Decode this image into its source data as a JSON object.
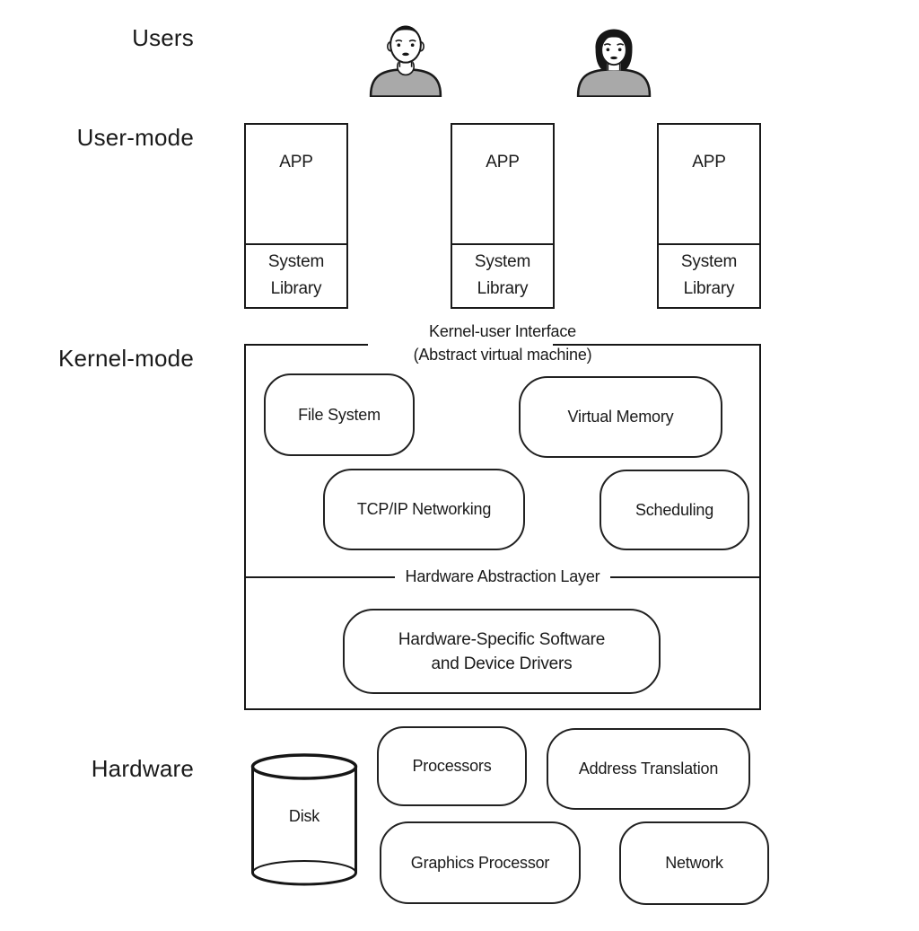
{
  "labels": {
    "users": "Users",
    "user_mode": "User-mode",
    "kernel_mode": "Kernel-mode",
    "hardware": "Hardware"
  },
  "users_row": {
    "icons": [
      "male-user-icon",
      "female-user-icon"
    ]
  },
  "user_mode": {
    "apps": [
      {
        "label": "APP",
        "library_lines": [
          "System",
          "Library"
        ]
      },
      {
        "label": "APP",
        "library_lines": [
          "System",
          "Library"
        ]
      },
      {
        "label": "APP",
        "library_lines": [
          "System",
          "Library"
        ]
      }
    ]
  },
  "kernel": {
    "interface_label_lines": [
      "Kernel-user Interface",
      "(Abstract virtual machine)"
    ],
    "components": [
      "File System",
      "Virtual Memory",
      "TCP/IP Networking",
      "Scheduling"
    ],
    "hal_label": "Hardware Abstraction Layer",
    "hal_box_lines": [
      "Hardware-Specific Software",
      "and Device Drivers"
    ]
  },
  "hardware": {
    "disk_label": "Disk",
    "components": [
      "Processors",
      "Address Translation",
      "Graphics Processor",
      "Network"
    ]
  },
  "colors": {
    "ink": "#1a1a1a",
    "box_border": "#212121",
    "shirt_gray": "#a9a9a9",
    "hair_black": "#161616",
    "background": "#ffffff"
  }
}
